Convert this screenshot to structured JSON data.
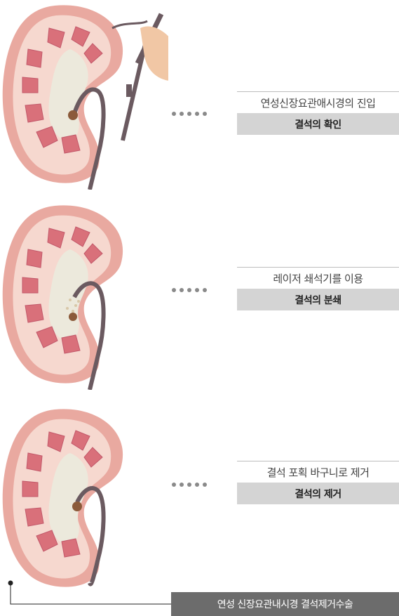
{
  "steps": [
    {
      "line1": "연성신장요관애시경의 진입",
      "line2": "결석의 확인"
    },
    {
      "line1": "레이저 쇄석기를 이용",
      "line2": "결석의 분쇄"
    },
    {
      "line1": "결석 포획 바구니로 제거",
      "line2": "결석의 제거"
    }
  ],
  "footer": {
    "label": "연성 신장요관내시경 결석제거수술"
  },
  "colors": {
    "kidney_outer": "#e9a9a0",
    "kidney_cortex": "#f6d8cf",
    "kidney_pelvis": "#ece9dc",
    "pyramid": "#d9707a",
    "scope": "#6b5a60",
    "stone": "#8b5a3a",
    "label_bar": "#d4d4d4",
    "footer_bar": "#6c6c6c"
  },
  "icons": [
    "kidney-illustration",
    "endoscope-handle",
    "hand",
    "laser-fragments",
    "stone-basket"
  ]
}
